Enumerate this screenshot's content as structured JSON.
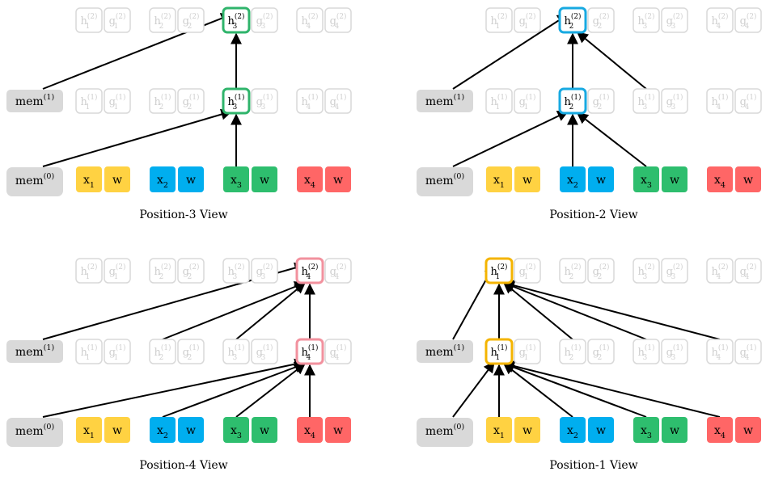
{
  "panels": [
    {
      "caption": "Position-3 View",
      "target": 3,
      "mode": "row",
      "mem_bottom": {
        "label": "mem",
        "sup": "(0)"
      },
      "mem_top": {
        "label": "mem",
        "sup": "(1)"
      },
      "tokens": [
        {
          "label": "x",
          "sub": "1",
          "w": "w"
        },
        {
          "label": "x",
          "sub": "2",
          "w": "w"
        },
        {
          "label": "x",
          "sub": "3",
          "w": "w"
        },
        {
          "label": "x",
          "sub": "4",
          "w": "w"
        }
      ]
    },
    {
      "caption": "Position-2 View",
      "target": 2,
      "mode": "row",
      "mem_bottom": {
        "label": "mem",
        "sup": "(0)"
      },
      "mem_top": {
        "label": "mem",
        "sup": "(1)"
      },
      "tokens": [
        {
          "label": "x",
          "sub": "1",
          "w": "w"
        },
        {
          "label": "x",
          "sub": "2",
          "w": "w"
        },
        {
          "label": "x",
          "sub": "3",
          "w": "w"
        },
        {
          "label": "x",
          "sub": "4",
          "w": "w"
        }
      ]
    },
    {
      "caption": "Position-4 View",
      "target": 4,
      "mode": "row",
      "mem_bottom": {
        "label": "mem",
        "sup": "(0)"
      },
      "mem_top": {
        "label": "mem",
        "sup": "(1)"
      },
      "tokens": [
        {
          "label": "x",
          "sub": "1",
          "w": "w"
        },
        {
          "label": "x",
          "sub": "2",
          "w": "w"
        },
        {
          "label": "x",
          "sub": "3",
          "w": "w"
        },
        {
          "label": "x",
          "sub": "4",
          "w": "w"
        }
      ]
    },
    {
      "caption": "Position-1 View",
      "target": 1,
      "mode": "row",
      "mem_bottom": {
        "label": "mem",
        "sup": "(0)"
      },
      "mem_top": {
        "label": "mem",
        "sup": "(1)"
      },
      "tokens": [
        {
          "label": "x",
          "sub": "1",
          "w": "w"
        },
        {
          "label": "x",
          "sub": "2",
          "w": "w"
        },
        {
          "label": "x",
          "sub": "3",
          "w": "w"
        },
        {
          "label": "x",
          "sub": "4",
          "w": "w"
        }
      ]
    }
  ],
  "hidden_labels": {
    "h": "h",
    "g": "g",
    "layer1_sup": "(1)",
    "layer2_sup": "(2)"
  },
  "colors": {
    "pos1": "#ffd242",
    "pos2": "#00aeef",
    "pos3": "#2ebe6e",
    "pos4": "#ff6666",
    "highlight1": "#f4b400",
    "highlight2": "#17a9e1",
    "highlight3": "#2fb46b",
    "highlight4": "#f2919e",
    "mem": "#d9d9d9",
    "ghost": "#d9d9d9"
  }
}
